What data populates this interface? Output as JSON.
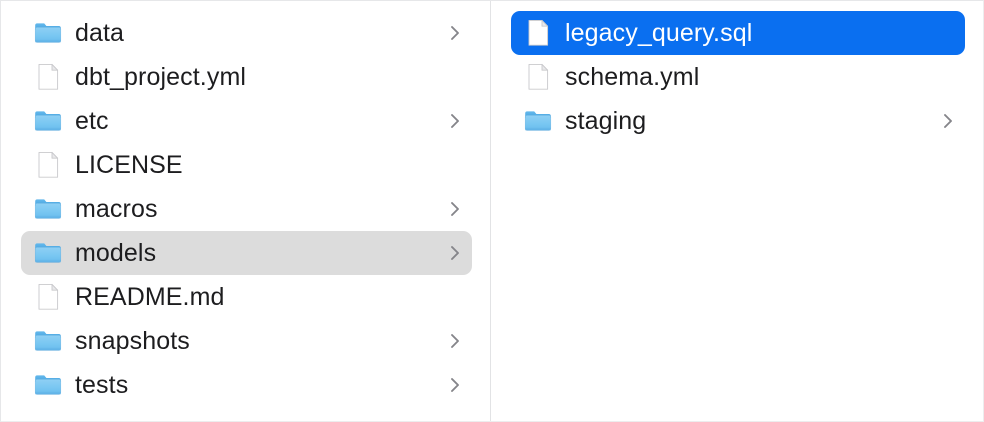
{
  "window": {
    "view_mode": "column-view",
    "accent_color": "#0a6ff0",
    "inactive_selection_color": "#dcdcdc",
    "text_color": "#1d1d1f",
    "divider_color": "#e2e3e5"
  },
  "columns": [
    {
      "name": "project-root-column",
      "items": [
        {
          "label": "data",
          "kind": "folder",
          "has_children": true,
          "selected": false,
          "selection_style": "none"
        },
        {
          "label": "dbt_project.yml",
          "kind": "document",
          "has_children": false,
          "selected": false,
          "selection_style": "none"
        },
        {
          "label": "etc",
          "kind": "folder",
          "has_children": true,
          "selected": false,
          "selection_style": "none"
        },
        {
          "label": "LICENSE",
          "kind": "document",
          "has_children": false,
          "selected": false,
          "selection_style": "none"
        },
        {
          "label": "macros",
          "kind": "folder",
          "has_children": true,
          "selected": false,
          "selection_style": "none"
        },
        {
          "label": "models",
          "kind": "folder",
          "has_children": true,
          "selected": true,
          "selection_style": "gray"
        },
        {
          "label": "README.md",
          "kind": "document",
          "has_children": false,
          "selected": false,
          "selection_style": "none"
        },
        {
          "label": "snapshots",
          "kind": "folder",
          "has_children": true,
          "selected": false,
          "selection_style": "none"
        },
        {
          "label": "tests",
          "kind": "folder",
          "has_children": true,
          "selected": false,
          "selection_style": "none"
        }
      ]
    },
    {
      "name": "models-column",
      "items": [
        {
          "label": "legacy_query.sql",
          "kind": "document",
          "has_children": false,
          "selected": true,
          "selection_style": "blue"
        },
        {
          "label": "schema.yml",
          "kind": "document",
          "has_children": false,
          "selected": false,
          "selection_style": "none"
        },
        {
          "label": "staging",
          "kind": "folder",
          "has_children": true,
          "selected": false,
          "selection_style": "none"
        }
      ]
    }
  ],
  "icons": {
    "folder": "folder-icon",
    "document": "document-icon",
    "chevron": "chevron-right-icon"
  }
}
